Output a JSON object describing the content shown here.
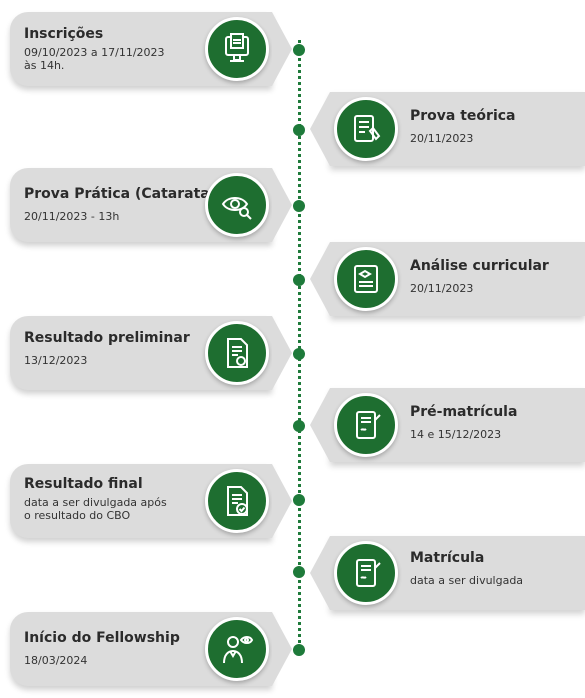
{
  "timeline": [
    {
      "side": "left",
      "title": "Inscrições",
      "subtitle": "09/10/2023 a 17/11/2023\nàs 14h.",
      "icon": "registration-computer-icon"
    },
    {
      "side": "right",
      "title": "Prova teórica",
      "subtitle": "20/11/2023",
      "icon": "exam-checklist-icon"
    },
    {
      "side": "left",
      "title": "Prova Prática (Catarata)",
      "subtitle": "20/11/2023 - 13h",
      "icon": "eye-exam-icon"
    },
    {
      "side": "right",
      "title": "Análise curricular",
      "subtitle": "20/11/2023",
      "icon": "curriculum-document-icon"
    },
    {
      "side": "left",
      "title": "Resultado preliminar",
      "subtitle": "13/12/2023",
      "icon": "result-document-icon"
    },
    {
      "side": "right",
      "title": "Pré-matrícula",
      "subtitle": "14 e 15/12/2023",
      "icon": "tablet-signature-icon"
    },
    {
      "side": "left",
      "title": "Resultado final",
      "subtitle": "data a ser divulgada após\no resultado do CBO",
      "icon": "document-check-icon"
    },
    {
      "side": "right",
      "title": "Matrícula",
      "subtitle": "data a ser divulgada",
      "icon": "tablet-signature-icon"
    },
    {
      "side": "left",
      "title": "Início do Fellowship",
      "subtitle": "18/03/2024",
      "icon": "doctor-eye-icon"
    }
  ],
  "colors": {
    "accent": "#1e6e30",
    "card": "#dcdcdc",
    "line": "#1e7a3a"
  }
}
